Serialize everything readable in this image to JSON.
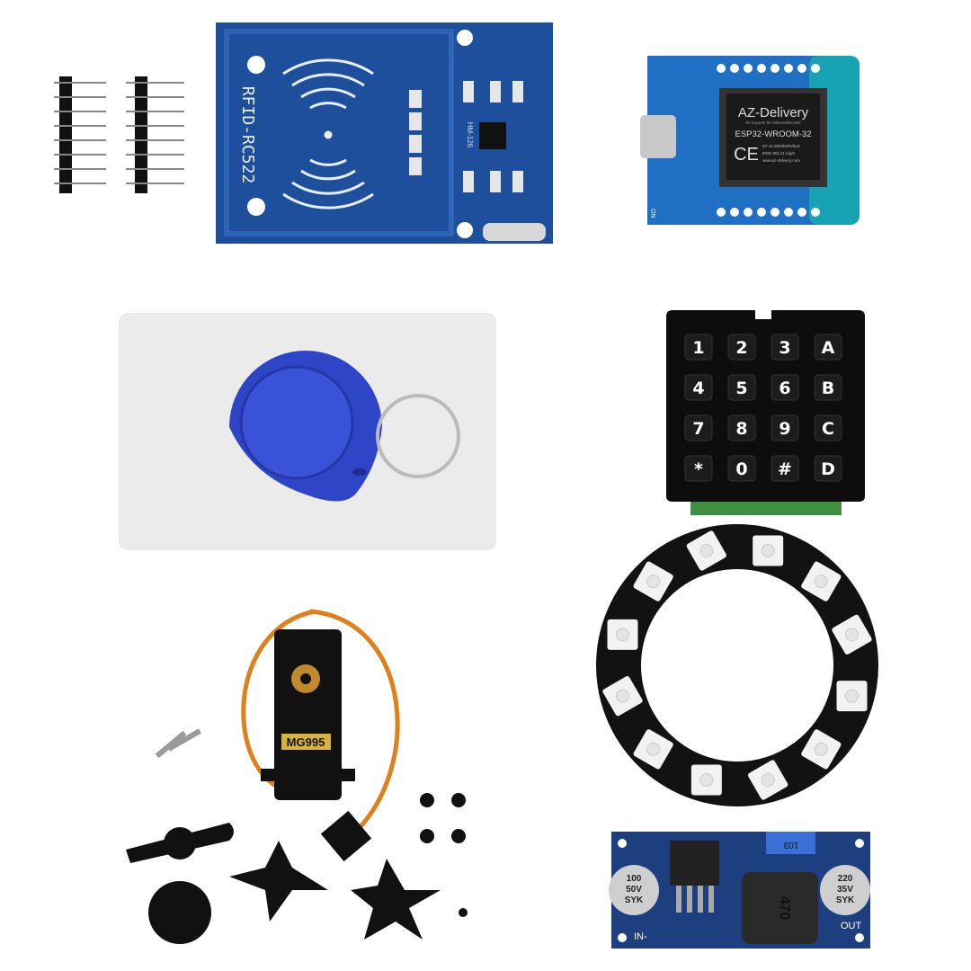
{
  "rfid_module": {
    "label": "RFID-RC522",
    "model": "HM-126"
  },
  "esp32_board": {
    "brand": "AZ-Delivery",
    "tagline": "Ihr Experte für Mikroelektronik!",
    "module": "ESP32-WROOM-32",
    "ce": "CE",
    "spec1": "BT v4.2BR/EDR/BLE",
    "spec2": "IEEE 802.11 b/g/n",
    "url": "www.az-delivery.com",
    "led_label": "ON"
  },
  "keypad": {
    "keys": [
      "1",
      "2",
      "3",
      "A",
      "4",
      "5",
      "6",
      "B",
      "7",
      "8",
      "9",
      "C",
      "*",
      "0",
      "#",
      "D"
    ]
  },
  "servo": {
    "label": "MG995"
  },
  "buck_converter": {
    "cap_in": [
      "100",
      "50V",
      "SYK"
    ],
    "cap_out": [
      "220",
      "35V",
      "SYK"
    ],
    "inductor": "470",
    "pot": "103",
    "in_label": "IN-",
    "out_label": "OUT"
  },
  "colors": {
    "pcb_blue": "#1d4f9c",
    "esp_blue": "#1f6fc4",
    "tag_blue": "#2f45c8",
    "card": "#ebebeb"
  }
}
